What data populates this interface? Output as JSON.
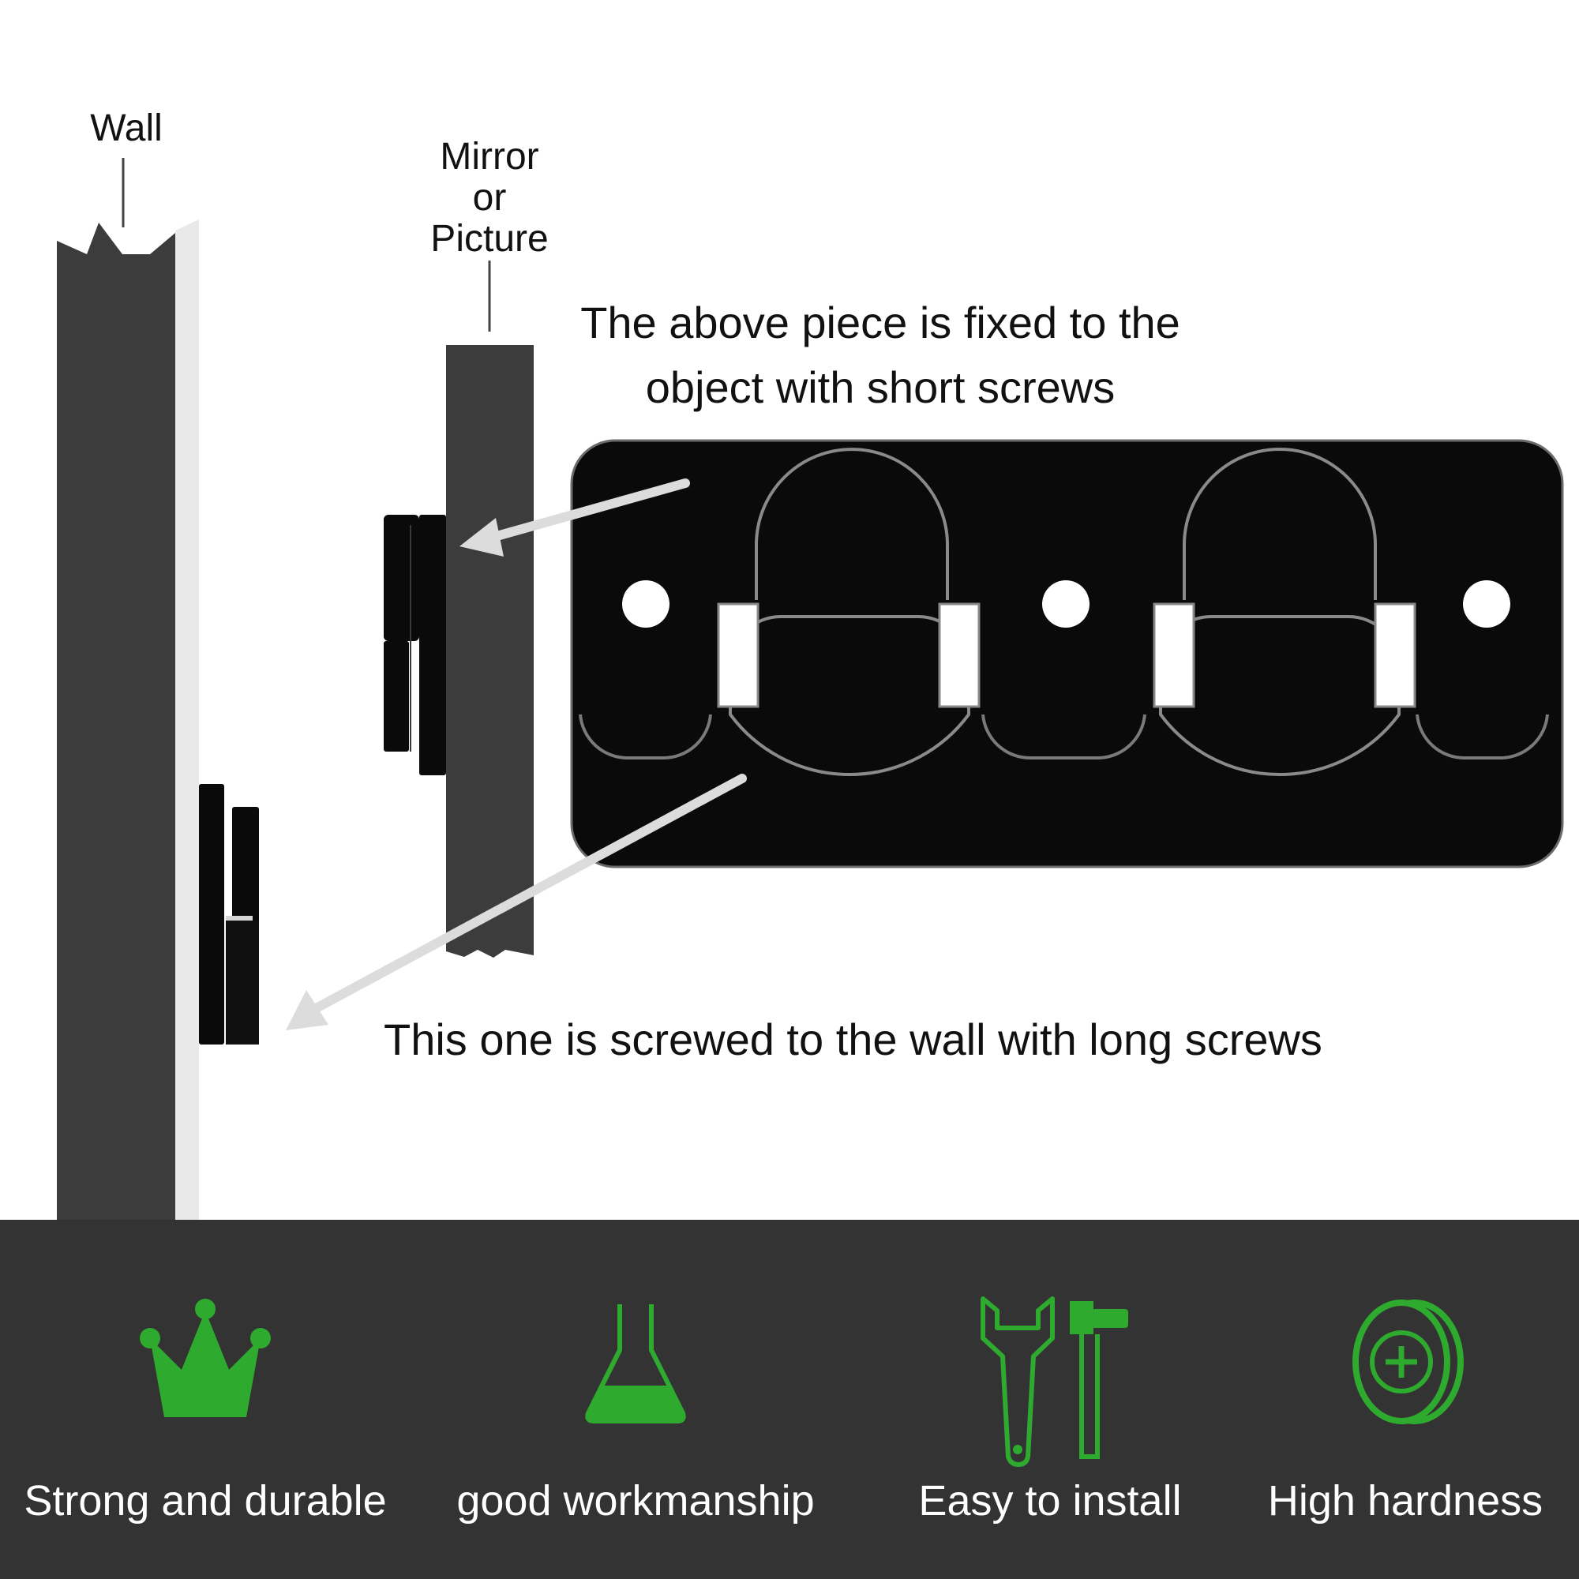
{
  "labels": {
    "wall": "Wall",
    "mirror_lines": [
      "Mirror",
      "or",
      "Picture"
    ]
  },
  "captions": {
    "above_piece": "The above piece is fixed to the object with short screws",
    "wall_piece": "This one is screwed to the wall with long screws"
  },
  "features": [
    {
      "label": "Strong and durable",
      "icon": "crown-icon"
    },
    {
      "label": "good workmanship",
      "icon": "flask-icon"
    },
    {
      "label": "Easy to install",
      "icon": "wrench-hammer-icon"
    },
    {
      "label": "High hardness",
      "icon": "coin-icon"
    }
  ],
  "colors": {
    "accent_green": "#2eaa2e",
    "panel_dark": "#333333",
    "wall_dark": "#3c3c3c",
    "bracket_black": "#0a0a0a"
  }
}
